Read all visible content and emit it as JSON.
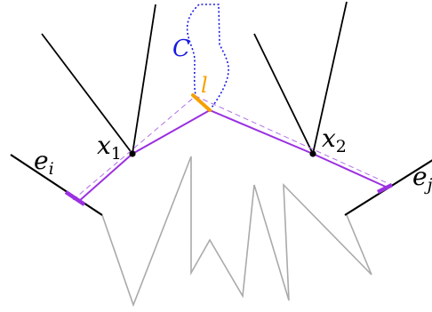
{
  "labels": {
    "C": "C",
    "l": "l",
    "x1_base": "x",
    "x1_sub": "1",
    "x2_base": "x",
    "x2_sub": "2",
    "ei_base": "e",
    "ei_sub": "i",
    "ej_base": "e",
    "ej_sub": "j"
  },
  "colors": {
    "path": "#9b30e0",
    "dashed_path": "#b070e8",
    "cloud": "#1a1adf",
    "segment_l": "#f5a000",
    "polygon": "#aaaaaa",
    "edges": "#000000"
  }
}
